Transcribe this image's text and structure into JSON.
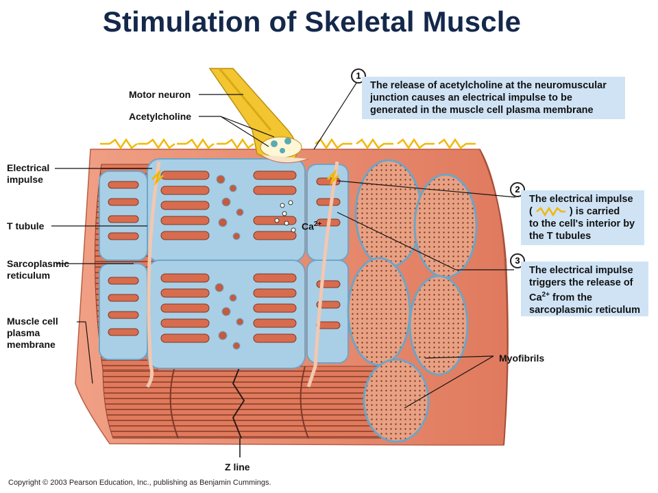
{
  "title": "Stimulation of Skeletal Muscle",
  "labels": {
    "motor_neuron": "Motor neuron",
    "acetylcholine": "Acetylcholine",
    "electrical_impulse": "Electrical\nimpulse",
    "t_tubule": "T tubule",
    "sarcoplasmic_reticulum": "Sarcoplasmic\nreticulum",
    "muscle_cell_plasma_membrane": "Muscle cell\nplasma\nmembrane",
    "calcium": "Ca",
    "calcium_charge": "2+",
    "myofibrils": "Myofibrils",
    "z_line": "Z line"
  },
  "steps": [
    {
      "number": "1",
      "text": "The release of acetylcholine at the neuromuscular junction causes an electrical impulse to be generated in the muscle cell plasma membrane"
    },
    {
      "number": "2",
      "text_before": "The electrical impulse",
      "text_paren_open": "(",
      "text_paren_close": ") is carried",
      "text_after": "to the cell's interior by the T tubules"
    },
    {
      "number": "3",
      "text_a": "The electrical impulse triggers the release of",
      "text_ca": "Ca",
      "text_charge": "2+",
      "text_b": "from the sarcoplasmic reticulum"
    }
  ],
  "copyright": "Copyright © 2003 Pearson Education, Inc., publishing as Benjamin Cummings.",
  "colors": {
    "title": "#14284b",
    "callout_bg": "#cfe3f5",
    "muscle": "#e58a6e",
    "muscle_dark": "#c86a50",
    "reticulum": "#a8cfe6",
    "reticulum_edge": "#6fa4c6",
    "myofibril": "#e9a183",
    "nerve": "#f2c531",
    "impulse": "#f2b705"
  }
}
